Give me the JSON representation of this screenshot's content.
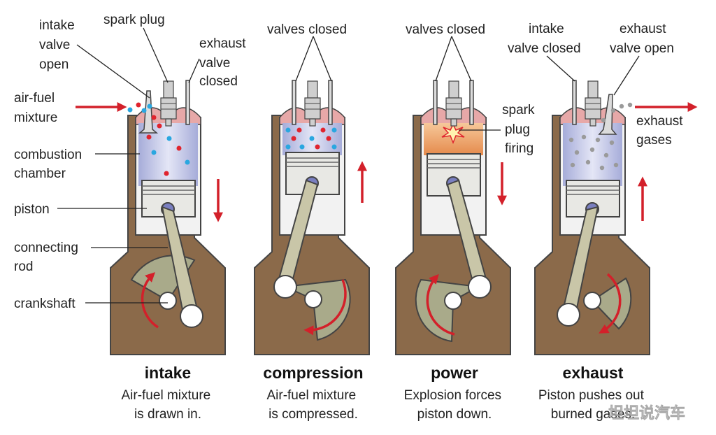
{
  "labels": {
    "intake_valve_open": [
      "intake",
      "valve",
      "open"
    ],
    "spark_plug": "spark plug",
    "exhaust_valve_closed": [
      "exhaust",
      "valve",
      "closed"
    ],
    "air_fuel_mixture": [
      "air-fuel",
      "mixture"
    ],
    "combustion_chamber": [
      "combustion",
      "chamber"
    ],
    "piston": "piston",
    "connecting_rod": [
      "connecting",
      "rod"
    ],
    "crankshaft": "crankshaft",
    "valves_closed_1": "valves closed",
    "valves_closed_2": "valves closed",
    "spark_plug_firing": [
      "spark",
      "plug",
      "firing"
    ],
    "intake_valve_closed": [
      "intake",
      "valve closed"
    ],
    "exhaust_valve_open": [
      "exhaust",
      "valve open"
    ],
    "exhaust_gases": [
      "exhaust",
      "gases"
    ]
  },
  "strokes": [
    {
      "title": "intake",
      "caption": [
        "Air-fuel mixture",
        "is drawn in."
      ]
    },
    {
      "title": "compression",
      "caption": [
        "Air-fuel mixture",
        "is compressed."
      ]
    },
    {
      "title": "power",
      "caption": [
        "Explosion forces",
        "piston down."
      ]
    },
    {
      "title": "exhaust",
      "caption": [
        "Piston pushes out",
        "burned gases."
      ]
    }
  ],
  "watermark": "坦坦说汽车",
  "colors": {
    "block": "#8b6a4a",
    "chamber": "#c3c8ec",
    "arrow": "#d3202a",
    "fuel_red": "#e0242e",
    "fuel_blue": "#2aa7e0",
    "explosion": "#f0a060",
    "exhaust_gas": "#9a9a9a"
  }
}
